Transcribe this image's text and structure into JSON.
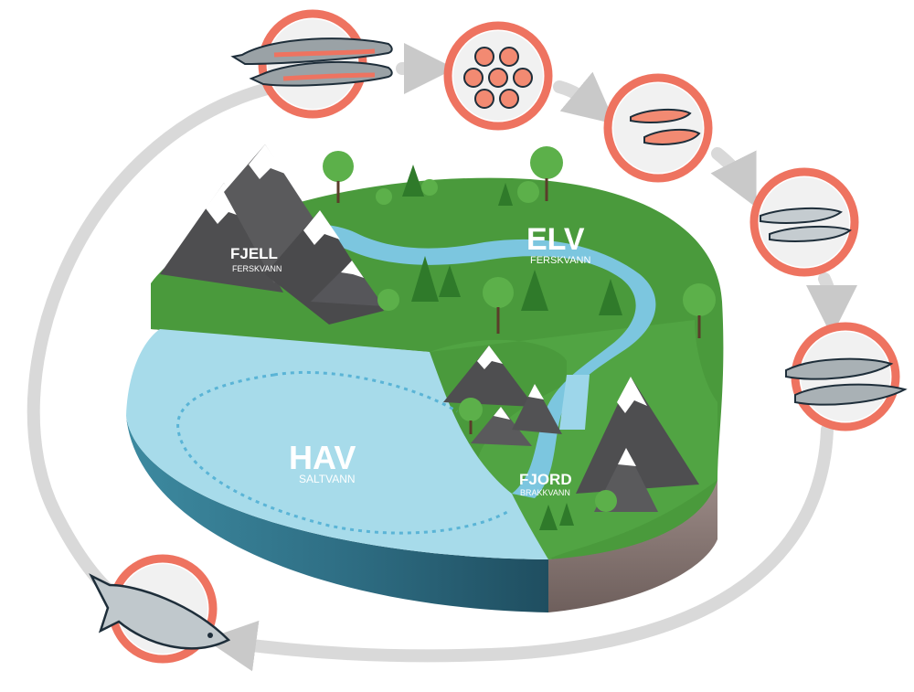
{
  "labels": {
    "fjell": {
      "title": "FJELL",
      "subtitle": "FERSKVANN"
    },
    "elv": {
      "title": "ELV",
      "subtitle": "FERSKVANN"
    },
    "hav": {
      "title": "HAV",
      "subtitle": "SALTVANN"
    },
    "fjord": {
      "title": "FJORD",
      "subtitle": "BRAKKVANN"
    }
  },
  "stages": [
    {
      "icon": "spawning-salmon-icon"
    },
    {
      "icon": "eggs-icon"
    },
    {
      "icon": "alevin-icon"
    },
    {
      "icon": "fry-icon"
    },
    {
      "icon": "parr-icon"
    },
    {
      "icon": "adult-salmon-icon"
    }
  ],
  "colors": {
    "ring": "#ee7360",
    "arrow": "#d6d6d6",
    "grass": "#4a9a3c",
    "water": "#a7dbea",
    "river": "#7cc6df",
    "soil": "#8a7a78",
    "mountain": "#5a5a5c",
    "snow": "#ffffff",
    "sea_side": "#2f6f85"
  }
}
